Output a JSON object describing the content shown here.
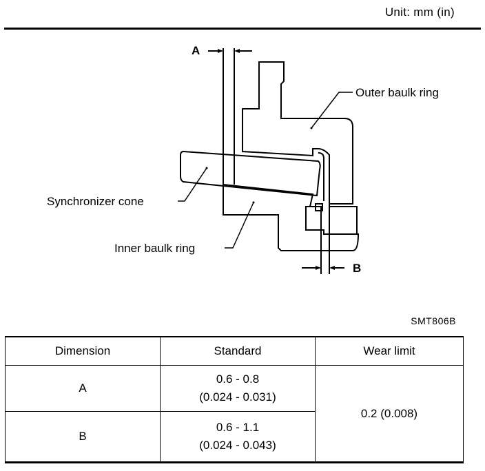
{
  "header": {
    "unit": "Unit: mm (in)"
  },
  "diagram": {
    "label_a": "A",
    "label_b": "B",
    "outer_ring": "Outer baulk ring",
    "sync_cone": "Synchronizer cone",
    "inner_ring": "Inner baulk ring"
  },
  "figure_code": "SMT806B",
  "table": {
    "headers": [
      "Dimension",
      "Standard",
      "Wear limit"
    ],
    "rows": [
      {
        "dimension": "A",
        "standard_mm": "0.6 - 0.8",
        "standard_in": "(0.024 - 0.031)"
      },
      {
        "dimension": "B",
        "standard_mm": "0.6 - 1.1",
        "standard_in": "(0.024 - 0.043)"
      }
    ],
    "wear_limit": "0.2 (0.008)"
  }
}
